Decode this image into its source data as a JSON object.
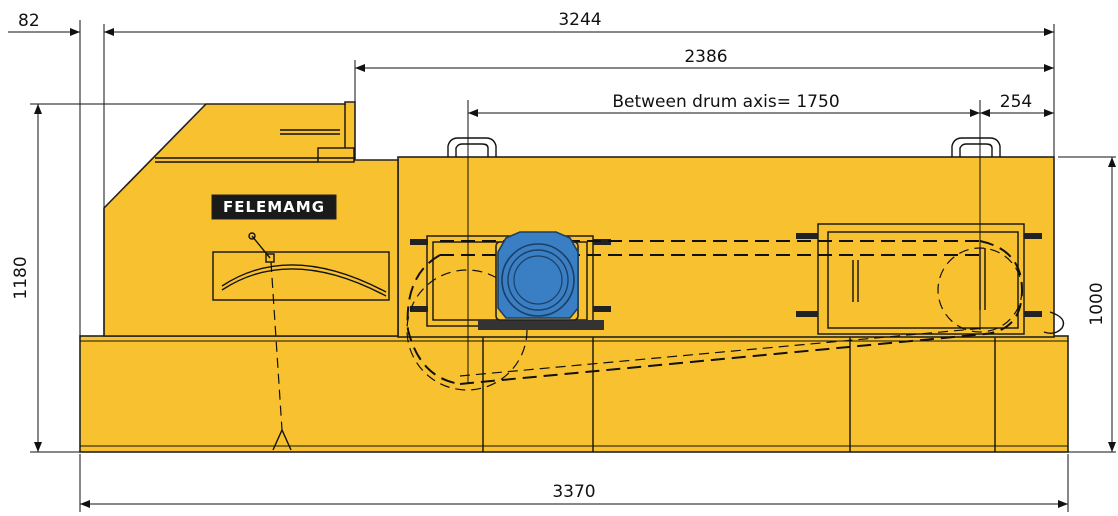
{
  "brand": {
    "logo_text": "FELEMAMG"
  },
  "dimensions": {
    "overall_width": "3244",
    "offset_left": "82",
    "belt_length": "2386",
    "drum_axis_distance": "Between drum axis= 1750",
    "drum_offset": "254",
    "total_height": "1180",
    "body_height": "1000",
    "base_length": "3370"
  },
  "colors": {
    "body": "#f8c12f",
    "motor": "#3a7fc4",
    "outline": "#222222",
    "logo_plate": "#1a1a1a"
  }
}
